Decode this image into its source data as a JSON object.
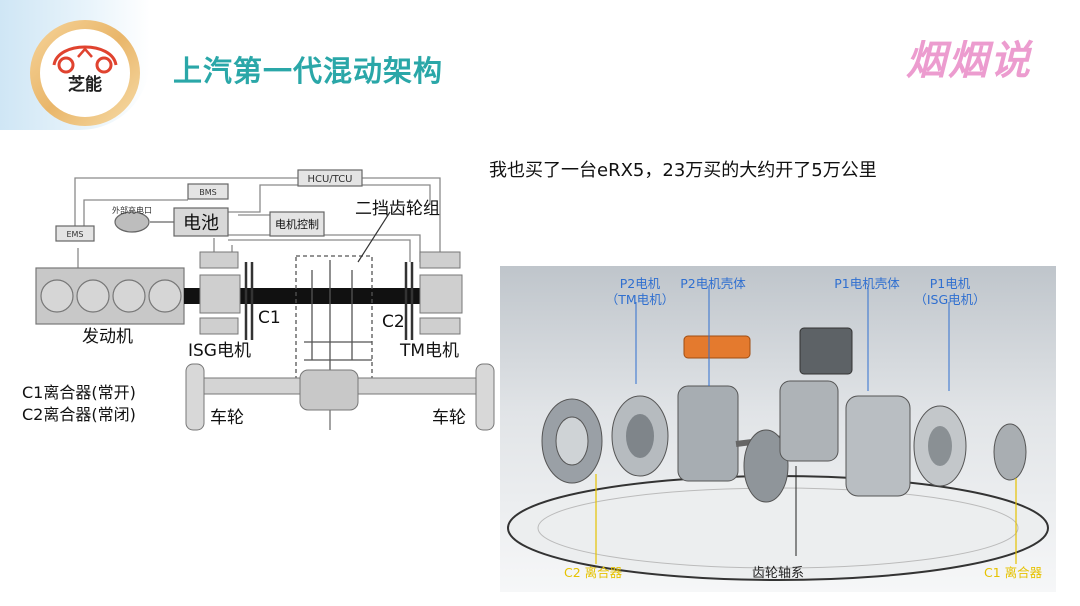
{
  "logo": {
    "text": "芝能"
  },
  "title": "上汽第一代混动架构",
  "brand": "烟烟说",
  "comment": "我也买了一台eRX5，23万买的大约开了5万公里",
  "schematic": {
    "hcu": "HCU/TCU",
    "bms": "BMS",
    "ems": "EMS",
    "ext_charge": "外部充电口",
    "battery": "电池",
    "motor_ctrl": "电机控制",
    "gear": "二挡齿轮组",
    "engine": "发动机",
    "c1": "C1",
    "c2": "C2",
    "isg": "ISG电机",
    "tm": "TM电机",
    "wheel_left": "车轮",
    "wheel_right": "车轮",
    "c1_note": "C1离合器(常开)",
    "c2_note": "C2离合器(常闭)"
  },
  "photo": {
    "p2_motor": "P2电机",
    "p2_motor_sub": "（TM电机）",
    "p2_housing": "P2电机壳体",
    "p1_housing": "P1电机壳体",
    "p1_motor": "P1电机",
    "p1_motor_sub": "（ISG电机）",
    "c2_clutch": "C2 离合器",
    "gear_shaft": "齿轮轴系",
    "c1_clutch": "C1 离合器"
  }
}
